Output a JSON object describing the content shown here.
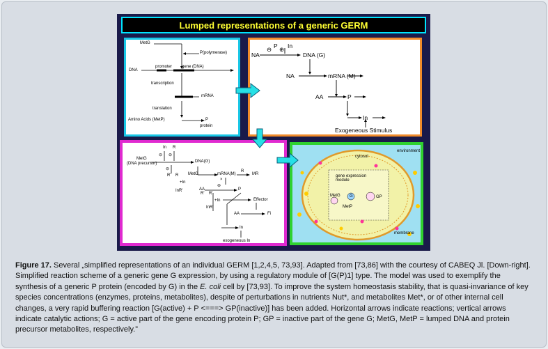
{
  "figure": {
    "title": "Lumped representations of a generic GERM",
    "panel_tl": {
      "metg": "MetG",
      "polymerase": "P(polymerase)",
      "dna": "DNA",
      "promoter": "promoter",
      "gene": "gene (DNA)",
      "transcription": "transcription",
      "mrna": "mRNA",
      "translation": "translation",
      "amino": "Amino Acids (MetP)",
      "p": "P",
      "protein": "protein"
    },
    "panel_tr": {
      "na1": "NA",
      "minus": "⊖",
      "p": "P",
      "plus": "⊕",
      "in": "In",
      "dna": "DNA (G)",
      "na2": "NA",
      "mrna": "mRNA (M)",
      "aa": "AA",
      "p2": "P",
      "in2": "In",
      "exo": "Exogeneous Stimulus"
    },
    "panel_bl": {
      "in": "In",
      "r": "R",
      "minus1": "⊖",
      "minus2": "⊖",
      "metg": "MetG",
      "precursor": "(DNA precursor)",
      "dna": "DNA(G)",
      "r_top": "R",
      "minus3": "⊖",
      "r_prime": "R'",
      "r2": "R",
      "plus_in": "+In",
      "in_r": "InR'",
      "metg2": "MetG",
      "mrna": "mRNA(M)",
      "mr": "MR",
      "aa": "AA",
      "p": "P",
      "r_prime2": "R'",
      "r_prime3": "R'",
      "minus4": "⊖",
      "x": "×",
      "plus_in2": "+In",
      "in_r2": "InR'",
      "effector": "Effector",
      "aa2": "AA",
      "fi": "Fi",
      "in2": "In",
      "exo": "exogeneous In"
    },
    "panel_br": {
      "cytosol": "cytosol",
      "environment": "environment",
      "module": "gene expression module",
      "metg": "MetG",
      "metp": "MetP",
      "g": "G",
      "gp": "GP",
      "membrane": "membrane"
    }
  },
  "caption": {
    "label": "Figure 17.",
    "text1": " Several „simplified representations of an individual GERM [1,2,4,5, 73,93]. Adapted from [73,86] with the courtesy of CABEQ Jl. [Down-right]. Simplified reaction scheme of a generic gene G expression, by using a regulatory module of [G(P)1] type. The model was used to exemplify the synthesis of a generic P protein (encoded by G) in the ",
    "italic": "E. coli",
    "text2": " cell by [73,93]. To improve the system homeostasis stability, that is quasi-invariance of key species concentrations (enzymes, proteins, metabolites), despite of perturbations in nutrients Nut*, and metabolites Met*, or of other internal cell changes, a very rapid buffering reaction [G(active) + P <===> GP(inactive)] has been added. Horizontal arrows indicate reactions; vertical arrows indicate catalytic actions; G = active part of the gene encoding protein P; GP = inactive part of the gene G; MetG, MetP = lumped DNA and protein precursor metabolites, respectively.”"
  }
}
